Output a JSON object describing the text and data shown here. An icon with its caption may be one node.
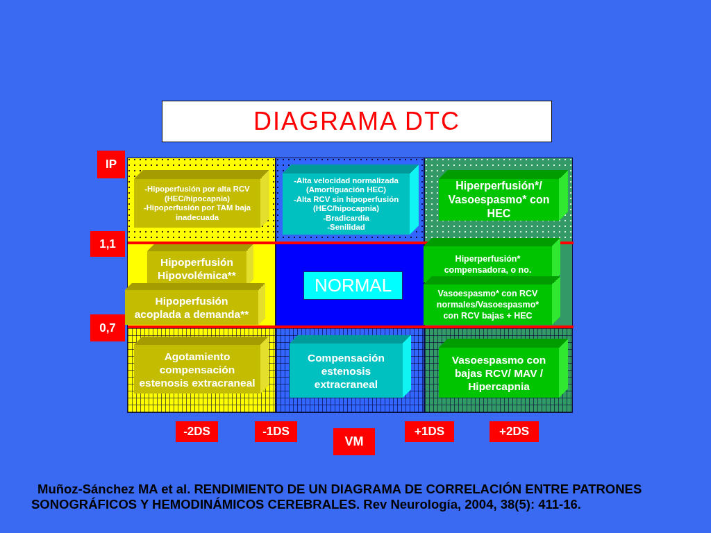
{
  "diagram": {
    "title": "DIAGRAMA DTC",
    "caption": "Muñoz-Sánchez MA et al. RENDIMIENTO DE UN DIAGRAMA DE CORRELACIÓN ENTRE PATRONES SONOGRÁFICOS Y HEMODINÁMICOS CEREBRALES. Rev Neurología, 2004, 38(5): 411-16.",
    "nodes": [
      {
        "text": [
          "IP"
        ]
      },
      {
        "text": [
          "-Hipoperfusión por alta RCV (HEC/hipocapnia)",
          "-Hipoperfusión por TAM baja inadecuada"
        ]
      },
      {
        "text": [
          "-Alta velocidad normalizada (Amortiguación HEC)",
          "-Alta RCV sin hipoperfusión (HEC/hipocapnia)",
          "-Bradicardia",
          "-Senilidad"
        ]
      },
      {
        "text": [
          "Hiperperfusión*/ Vasoespasmo* con HEC"
        ]
      },
      {
        "text": [
          "1,1"
        ]
      },
      {
        "text": [
          "Hipoperfusión Hipovolémica**"
        ]
      },
      {
        "text": [
          "NORMAL"
        ]
      },
      {
        "text": [
          "Hiperperfusión* compensadora, o no."
        ]
      },
      {
        "text": [
          "Hipoperfusión acoplada a demanda**"
        ]
      },
      {
        "text": [
          "Vasoespasmo* con RCV normales/Vasoespasmo* con RCV bajas + HEC"
        ]
      },
      {
        "text": [
          "0,7"
        ]
      },
      {
        "text": [
          "Agotamiento compensación estenosis extracraneal"
        ]
      },
      {
        "text": [
          "Compensación estenosis extracraneal"
        ]
      },
      {
        "text": [
          "Vasoespasmo con bajas RCV/ MAV / Hipercapnia"
        ]
      },
      {
        "text": [
          "-2DS"
        ]
      },
      {
        "text": [
          "-1DS"
        ]
      },
      {
        "text": [
          "VM"
        ]
      },
      {
        "text": [
          "+1DS"
        ]
      },
      {
        "text": [
          "+2DS"
        ]
      }
    ]
  }
}
